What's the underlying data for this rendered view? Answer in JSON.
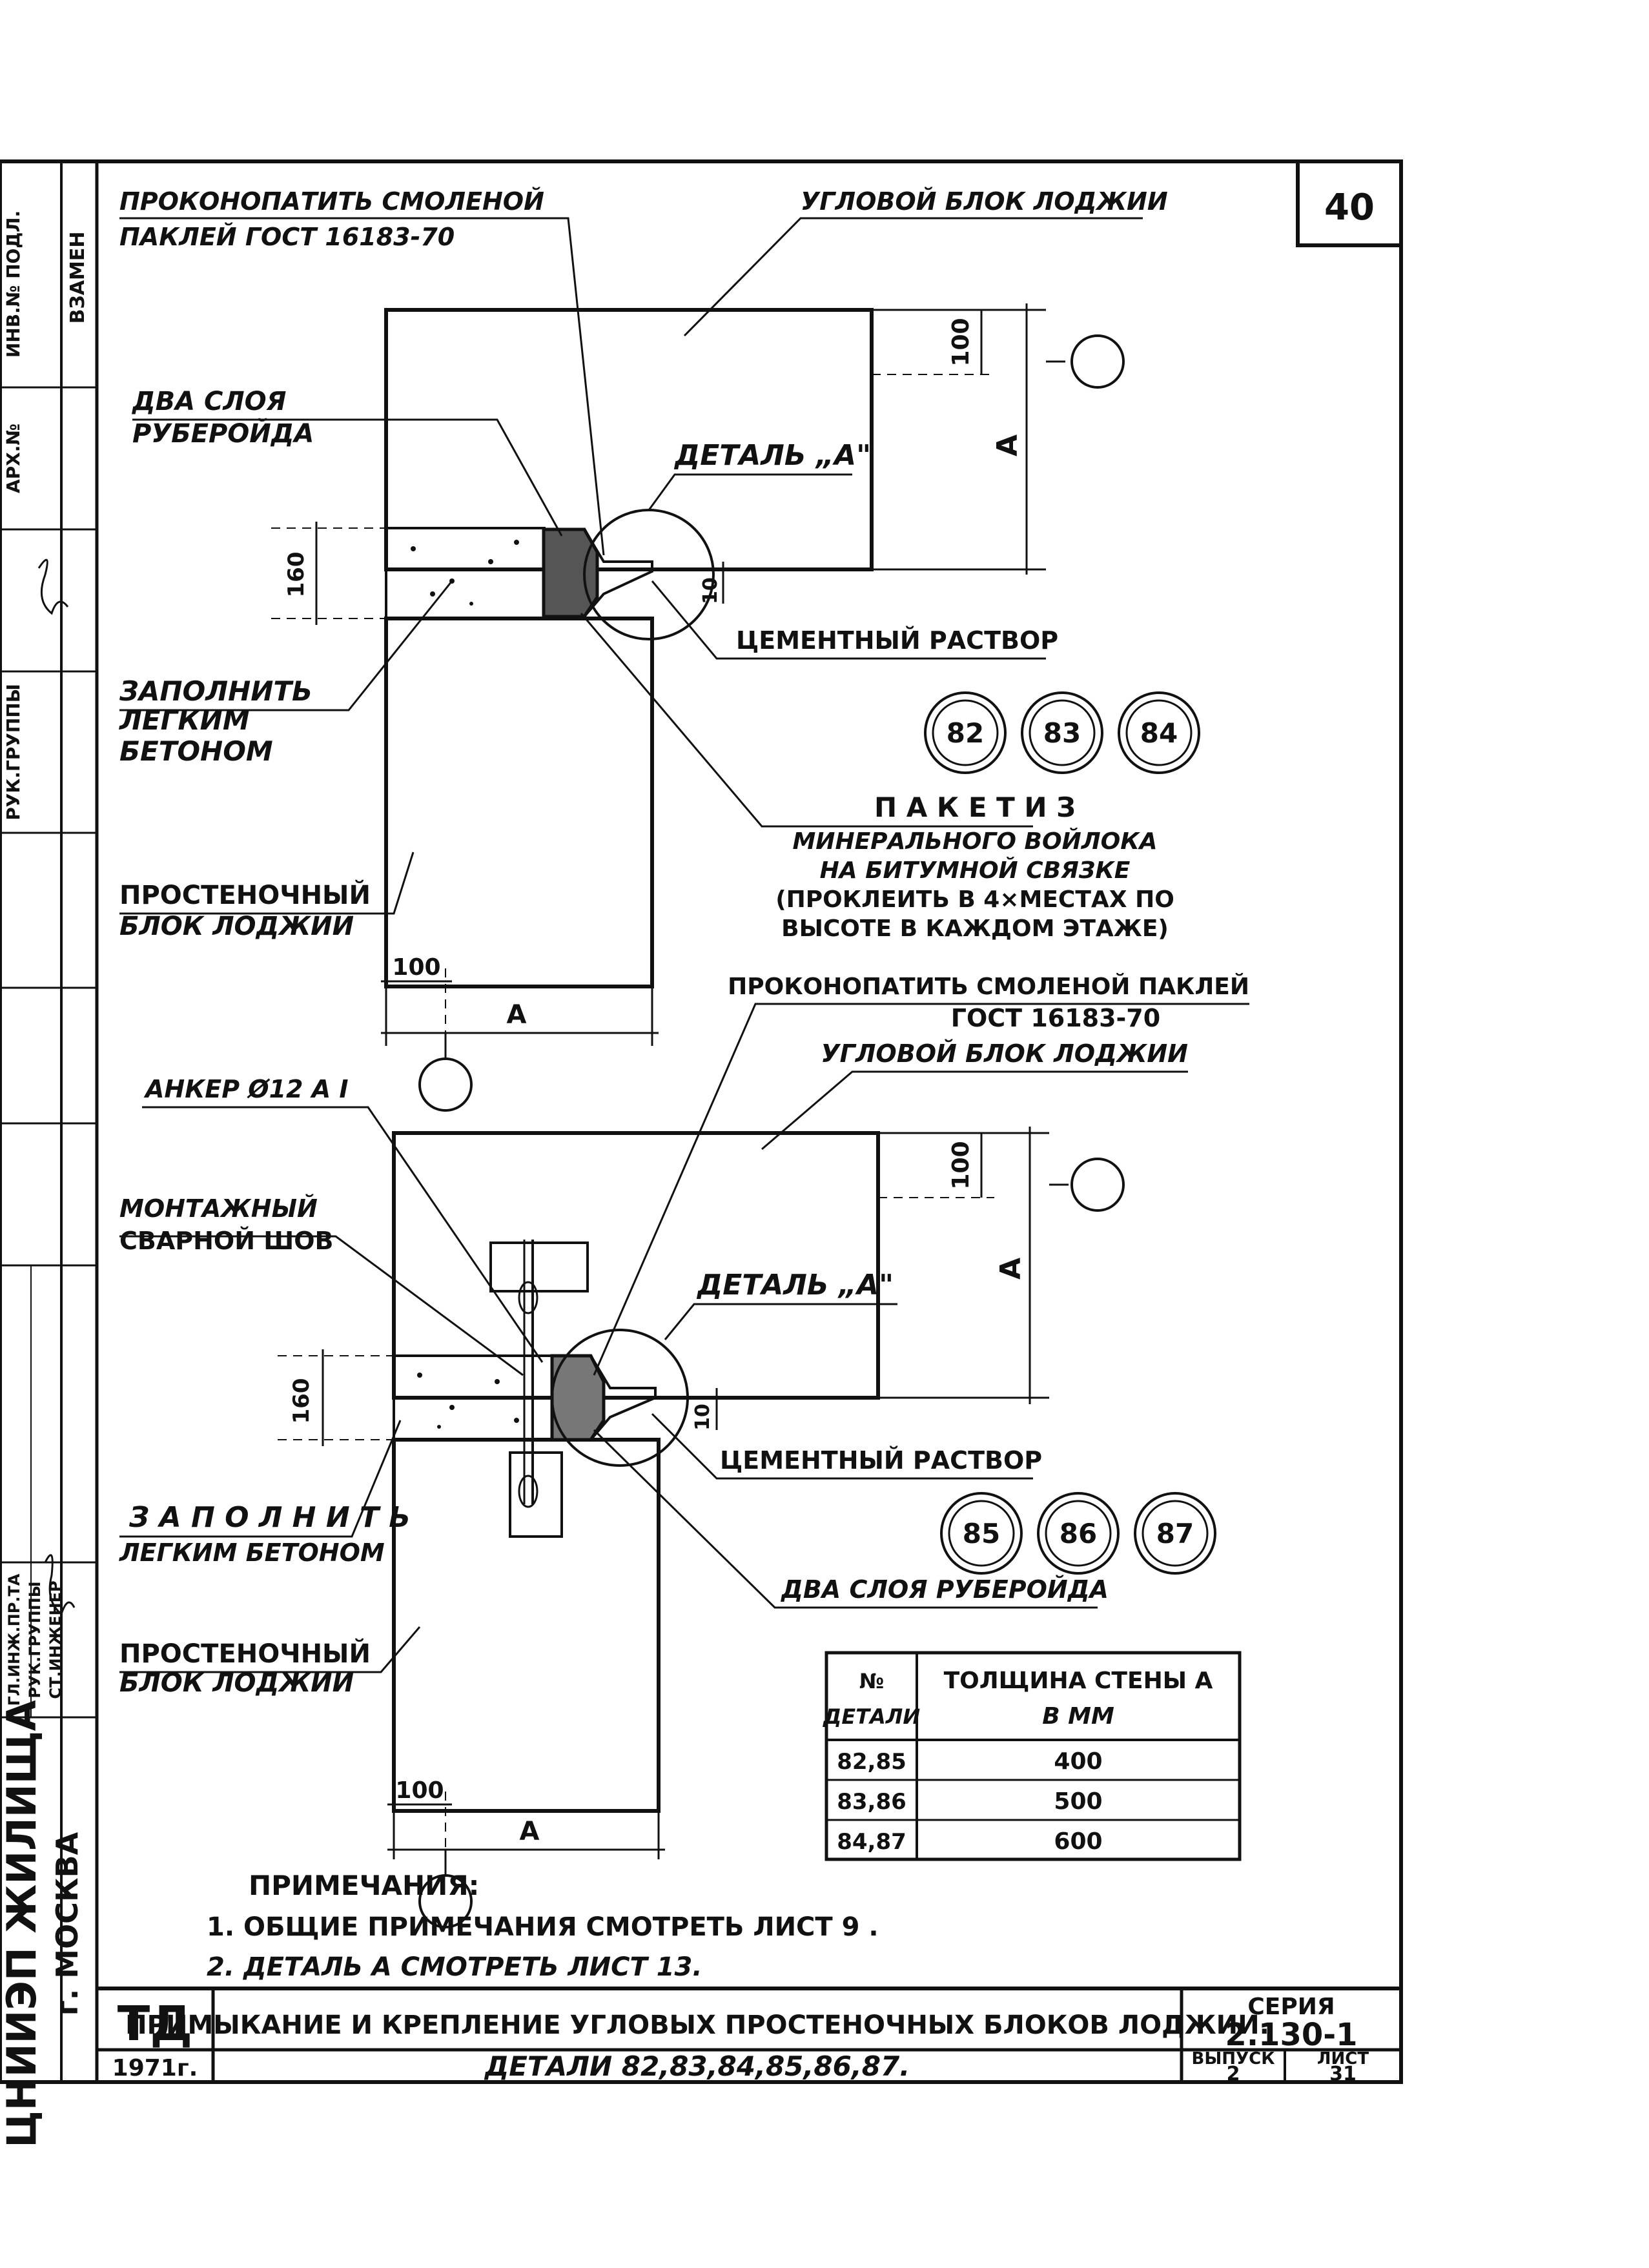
{
  "sheet_number": "40",
  "side_stamp": {
    "labels": [
      "ВЗАМЕН",
      "ИНВ.№ ПОДЛ.",
      "АРХ.№",
      "РУК.ГРУППЫ",
      "ГЛ.ИНЖ.ПР.ТА",
      "РУК.ГРУППЫ",
      "СТ.ИНЖЕНЕР"
    ],
    "org": "ЦНИИЭП ЖИЛИЩА",
    "city": "г. МОСКВА"
  },
  "detail1": {
    "caulk_line1": "ПРОКОНОПАТИТЬ СМОЛЕНОЙ",
    "caulk_line2": "ПАКЛЕЙ  ГОСТ 16183-70",
    "corner_block": "УГЛОВОЙ БЛОК ЛОДЖИИ",
    "roofing_line1": "ДВА СЛОЯ",
    "roofing_line2": "РУБЕРОЙДА",
    "detail_ref": "ДЕТАЛЬ „А\"",
    "cement": "ЦЕМЕНТНЫЙ РАСТВОР",
    "fill_line1": "ЗАПОЛНИТЬ",
    "fill_line2": "ЛЕГКИМ",
    "fill_line3": "БЕТОНОМ",
    "packet_line1": "П А К Е Т    И З",
    "packet_line2": "МИНЕРАЛЬНОГО ВОЙЛОКА",
    "packet_line3": "НА БИТУМНОЙ СВЯЗКЕ",
    "packet_line4": "(ПРОКЛЕИТЬ В 4×МЕСТАХ ПО",
    "packet_line5": "ВЫСОТЕ В КАЖДОМ ЭТАЖЕ)",
    "wall_block_line1": "ПРОСТЕНОЧНЫЙ",
    "wall_block_line2": "БЛОК ЛОДЖИИ",
    "dim_100_top": "100",
    "dim_A_right": "А",
    "dim_160": "160",
    "dim_10": "10",
    "dim_100_bottom": "100",
    "dim_A_bottom": "А",
    "markers": [
      "82",
      "83",
      "84"
    ]
  },
  "detail2": {
    "caulk_line1": "ПРОКОНОПАТИТЬ СМОЛЕНОЙ ПАКЛЕЙ",
    "caulk_line2": "ГОСТ 16183-70",
    "corner_block": "УГЛОВОЙ БЛОК ЛОДЖИИ",
    "anchor": "АНКЕР Ø12 А I",
    "weld_line1": "МОНТАЖНЫЙ",
    "weld_line2": "СВАРНОЙ ШОВ",
    "detail_ref": "ДЕТАЛЬ „А\"",
    "cement": "ЦЕМЕНТНЫЙ РАСТВОР",
    "fill_line1": "З А П О Л Н И Т Ь",
    "fill_line2": "ЛЕГКИМ БЕТОНОМ",
    "roofing": "ДВА СЛОЯ РУБЕРОЙДА",
    "wall_block_line1": "ПРОСТЕНОЧНЫЙ",
    "wall_block_line2": "БЛОК ЛОДЖИИ",
    "dim_100_top": "100",
    "dim_A_right": "А",
    "dim_160": "160",
    "dim_10": "10",
    "dim_100_bottom": "100",
    "dim_A_bottom": "А",
    "markers": [
      "85",
      "86",
      "87"
    ]
  },
  "table": {
    "col1_line1": "№",
    "col1_line2": "ДЕТАЛИ",
    "col2_line1": "ТОЛЩИНА СТЕНЫ  А",
    "col2_line2": "В ММ",
    "rows": [
      {
        "detail": "82,85",
        "thickness": "400"
      },
      {
        "detail": "83,86",
        "thickness": "500"
      },
      {
        "detail": "84,87",
        "thickness": "600"
      }
    ]
  },
  "notes": {
    "heading": "ПРИМЕЧАНИЯ:",
    "items": [
      "1. ОБЩИЕ ПРИМЕЧАНИЯ СМОТРЕТЬ ЛИСТ 9 .",
      "2. ДЕТАЛЬ  А  СМОТРЕТЬ  ЛИСТ  13."
    ]
  },
  "title_block": {
    "code": "ТД",
    "title": "ПРИМЫКАНИЕ И КРЕПЛЕНИЕ УГЛОВЫХ ПРОСТЕНОЧНЫХ БЛОКОВ ЛОДЖИИ.",
    "year": "1971г.",
    "subtitle": "ДЕТАЛИ 82,83,84,85,86,87.",
    "series_label": "СЕРИЯ",
    "series_value": "2.130-1",
    "issue_label": "ВЫПУСК",
    "issue_value": "2",
    "sheet_label": "ЛИСТ",
    "sheet_value": "31"
  }
}
